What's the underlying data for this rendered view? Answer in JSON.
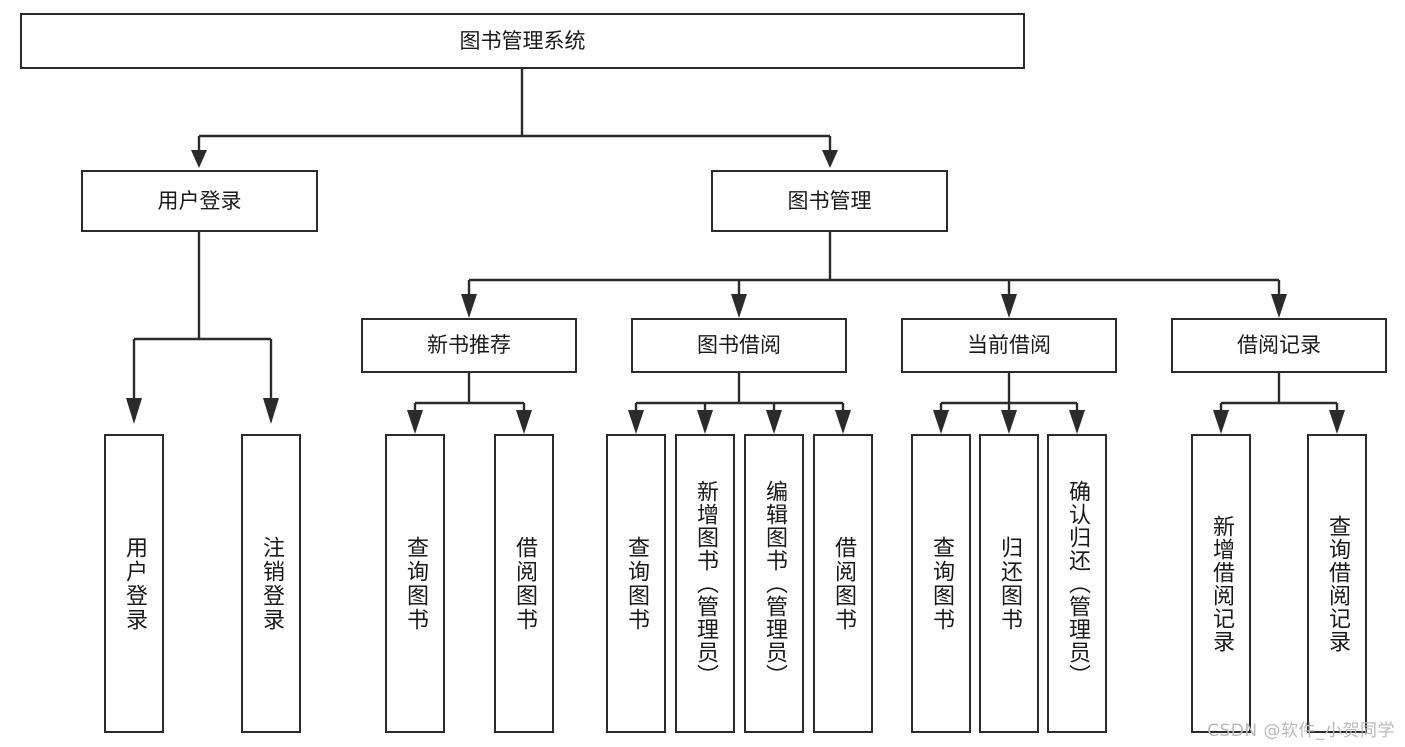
{
  "diagram": {
    "type": "tree",
    "title": "图书管理系统",
    "watermark": "CSDN @软件_小贺同学",
    "colors": {
      "line": "#2b2b2b",
      "box_fill": "#ffffff",
      "text": "#1a1a1a",
      "watermark": "#b9b9b9"
    },
    "nodes": {
      "root": "图书管理系统",
      "l2": {
        "user_login": "用户登录",
        "book_manage": "图书管理"
      },
      "l3": {
        "new_book_rec": "新书推荐",
        "book_borrow": "图书借阅",
        "current_borrow": "当前借阅",
        "borrow_record": "借阅记录"
      },
      "leaves": {
        "user_login_1": "用户登录",
        "user_login_2": "注销登录",
        "rec_1": "查询图书",
        "rec_2": "借阅图书",
        "borrow_1": "查询图书",
        "borrow_2": "新增图书（管理员）",
        "borrow_3": "编辑图书（管理员）",
        "borrow_4": "借阅图书",
        "cur_1": "查询图书",
        "cur_2": "归还图书",
        "cur_3": "确认归还（管理员）",
        "rec_log_1": "新增借阅记录",
        "rec_log_2": "查询借阅记录"
      }
    }
  }
}
